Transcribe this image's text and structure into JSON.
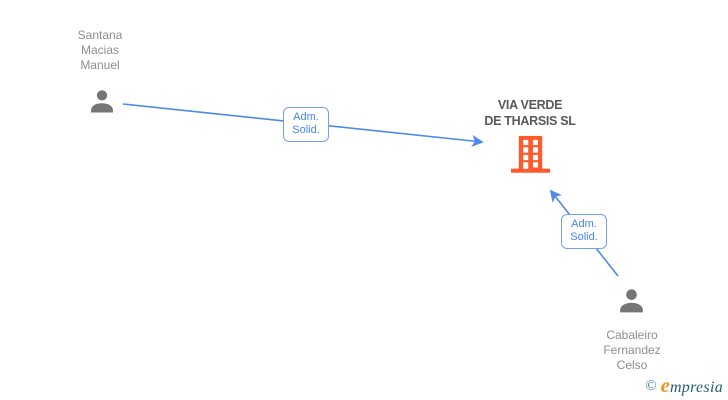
{
  "colors": {
    "background": "#ffffff",
    "arrow": "#4e8aea",
    "edge-label-text": "#4285f4",
    "edge-label-border": "#71a1ef",
    "person-icon": "#757575",
    "building-icon": "#ff5a2b",
    "company-text": "#595959",
    "person-text": "#8e8e8e",
    "logo-copyright": "#4a7f93",
    "logo-initial": "#f0941c",
    "logo-text": "#235f74"
  },
  "nodes": {
    "person1": {
      "full_name": "Santana Macias Manuel",
      "lines": [
        "Santana",
        "Macias",
        "Manuel"
      ],
      "icon": "person-icon"
    },
    "company": {
      "full_name": "VIA VERDE DE THARSIS SL",
      "lines": [
        "VIA VERDE",
        "DE THARSIS SL"
      ],
      "icon": "building-icon"
    },
    "person2": {
      "full_name": "Cabaleiro Fernandez Celso",
      "lines": [
        "Cabaleiro",
        "Fernandez",
        "Celso"
      ],
      "icon": "person-icon"
    }
  },
  "edges": [
    {
      "from": "Santana Macias Manuel",
      "to": "VIA VERDE DE THARSIS SL",
      "label": "Adm. Solid.",
      "label_lines": [
        "Adm.",
        "Solid."
      ]
    },
    {
      "from": "Cabaleiro Fernandez Celso",
      "to": "VIA VERDE DE THARSIS SL",
      "label": "Adm. Solid.",
      "label_lines": [
        "Adm.",
        "Solid."
      ]
    }
  ],
  "footer": {
    "copyright_symbol": "©",
    "brand": "empresia",
    "brand_initial": "e",
    "brand_rest": "mpresia"
  }
}
